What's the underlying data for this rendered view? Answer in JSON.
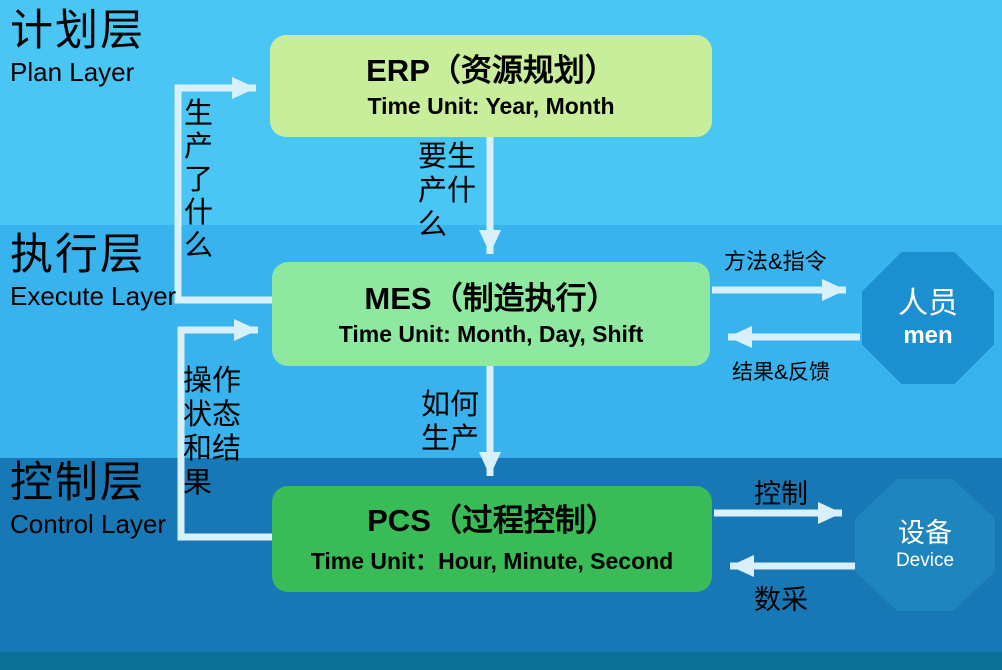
{
  "layers": {
    "plan": {
      "title": "计划层",
      "subtitle": "Plan Layer"
    },
    "execute": {
      "title": "执行层",
      "subtitle": "Execute Layer"
    },
    "control": {
      "title": "控制层",
      "subtitle": "Control Layer"
    }
  },
  "boxes": {
    "erp": {
      "title": "ERP（资源规划）",
      "subtitle": "Time Unit: Year, Month"
    },
    "mes": {
      "title": "MES（制造执行）",
      "subtitle": "Time Unit: Month, Day, Shift"
    },
    "pcs": {
      "title": "PCS（过程控制）",
      "subtitle": "Time Unit：Hour, Minute, Second"
    }
  },
  "nodes": {
    "men": {
      "title": "人员",
      "subtitle": "men"
    },
    "device": {
      "title": "设备",
      "subtitle": "Device"
    }
  },
  "arrow_labels": {
    "erp_to_mes": "要生产什么",
    "mes_to_erp": "生产了什么",
    "mes_to_pcs": "如何生产",
    "pcs_to_mes": "操作状态和结果",
    "mes_to_men": "方法&指令",
    "men_to_mes": "结果&反馈",
    "pcs_to_device": "控制",
    "device_to_pcs": "数采"
  },
  "colors": {
    "plan_band": "#4AC6F4",
    "execute_band": "#38B3EE",
    "control_band": "#1878B6",
    "footer_band": "#0C6F96",
    "erp_box": "#C9EE9B",
    "mes_box": "#8FE8A0",
    "pcs_box": "#39BB58",
    "men_octagon": "#1B8FD0",
    "device_octagon": "#1F85BE",
    "arrow": "#D8F0FB",
    "text_dark": "#000000",
    "text_light": "#FFFFFF"
  }
}
